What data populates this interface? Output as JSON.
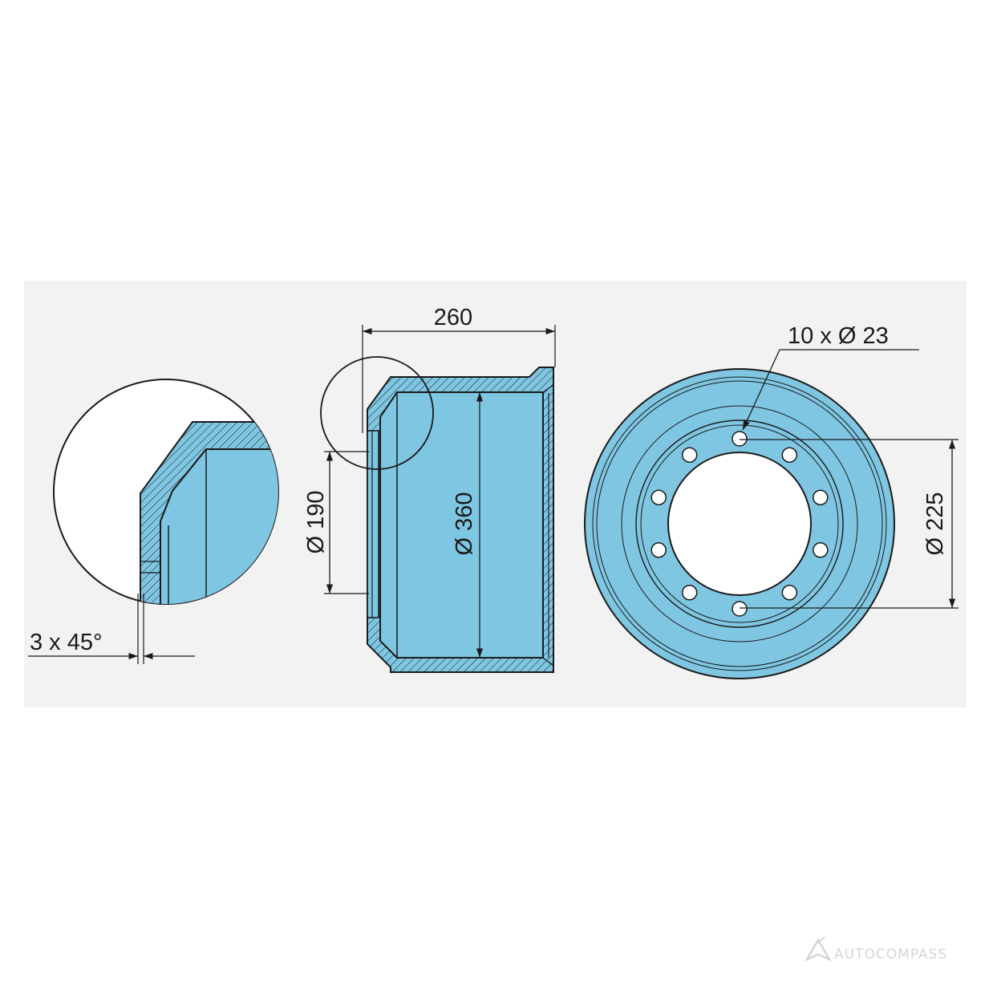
{
  "colors": {
    "panel": "#f2f2f2",
    "part": "#7fc6e2",
    "outline": "#1a1a1a",
    "watermark": "#d6d6d6"
  },
  "dimensions": {
    "depth": "260",
    "bolt_holes": "10 x Ø 23",
    "bore": "Ø 190",
    "drum_diameter": "Ø 360",
    "bolt_circle": "Ø 225",
    "chamfer": "3 x 45°"
  },
  "watermark": {
    "icon": "autocompass-logo-icon",
    "text": "AUTOCOMPASS"
  }
}
